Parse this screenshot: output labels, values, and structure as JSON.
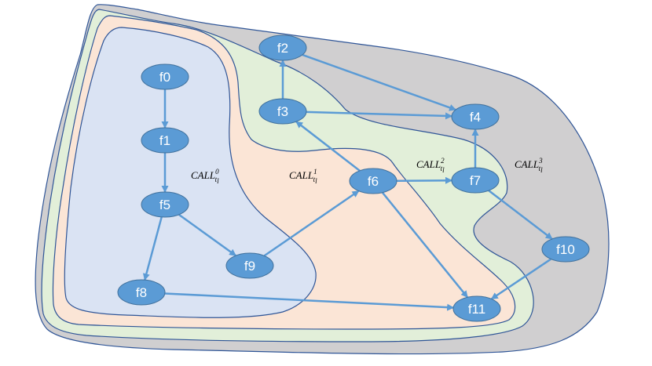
{
  "colors": {
    "node_fill": "#5b9bd5",
    "node_stroke": "#41719c",
    "edge": "#5b9bd5",
    "region_outline": "#2f5597",
    "call3_fill": "#d0cfd0",
    "call2_fill": "#e2efd9",
    "call1_fill": "#fbe5d6",
    "call0_fill": "#dae3f3"
  },
  "regions": [
    {
      "id": "call3",
      "base": "CALL",
      "sup": "3",
      "sub": "t",
      "subsub": "l"
    },
    {
      "id": "call2",
      "base": "CALL",
      "sup": "2",
      "sub": "t",
      "subsub": "l"
    },
    {
      "id": "call1",
      "base": "CALL",
      "sup": "1",
      "sub": "t",
      "subsub": "l"
    },
    {
      "id": "call0",
      "base": "CALL",
      "sup": "0",
      "sub": "t",
      "subsub": "l"
    }
  ],
  "nodes": [
    {
      "id": "f0",
      "label": "f0"
    },
    {
      "id": "f1",
      "label": "f1"
    },
    {
      "id": "f2",
      "label": "f2"
    },
    {
      "id": "f3",
      "label": "f3"
    },
    {
      "id": "f4",
      "label": "f4"
    },
    {
      "id": "f5",
      "label": "f5"
    },
    {
      "id": "f6",
      "label": "f6"
    },
    {
      "id": "f7",
      "label": "f7"
    },
    {
      "id": "f8",
      "label": "f8"
    },
    {
      "id": "f9",
      "label": "f9"
    },
    {
      "id": "f10",
      "label": "f10"
    },
    {
      "id": "f11",
      "label": "f11"
    }
  ],
  "edges": [
    {
      "from": "f0",
      "to": "f1"
    },
    {
      "from": "f1",
      "to": "f5"
    },
    {
      "from": "f5",
      "to": "f9"
    },
    {
      "from": "f5",
      "to": "f8"
    },
    {
      "from": "f9",
      "to": "f6"
    },
    {
      "from": "f8",
      "to": "f11"
    },
    {
      "from": "f3",
      "to": "f2"
    },
    {
      "from": "f2",
      "to": "f4"
    },
    {
      "from": "f3",
      "to": "f4"
    },
    {
      "from": "f6",
      "to": "f3"
    },
    {
      "from": "f6",
      "to": "f7"
    },
    {
      "from": "f6",
      "to": "f11"
    },
    {
      "from": "f7",
      "to": "f4"
    },
    {
      "from": "f7",
      "to": "f10"
    },
    {
      "from": "f10",
      "to": "f11"
    }
  ]
}
